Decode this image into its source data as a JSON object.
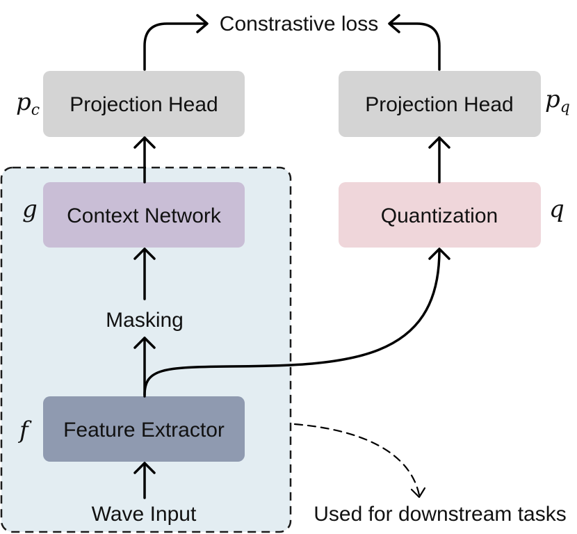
{
  "diagram": {
    "top_label": "Constrastive loss",
    "left_column": {
      "projection_head": {
        "label": "Projection Head",
        "symbol": "p",
        "subscript": "c"
      },
      "context_network": {
        "label": "Context Network",
        "symbol": "g"
      },
      "masking": {
        "label": "Masking"
      },
      "feature_extractor": {
        "label": "Feature Extractor",
        "symbol": "f"
      },
      "wave_input": {
        "label": "Wave Input"
      }
    },
    "right_column": {
      "projection_head": {
        "label": "Projection Head",
        "symbol": "p",
        "subscript": "q"
      },
      "quantization": {
        "label": "Quantization",
        "symbol": "q"
      }
    },
    "downstream_note": "Used for downstream tasks",
    "colors": {
      "projection_head": "#d4d4d4",
      "context_network": "#c9bed6",
      "quantization": "#efd6da",
      "feature_extractor": "#8f9ab0",
      "frozen_region": "#e3edf2"
    }
  }
}
